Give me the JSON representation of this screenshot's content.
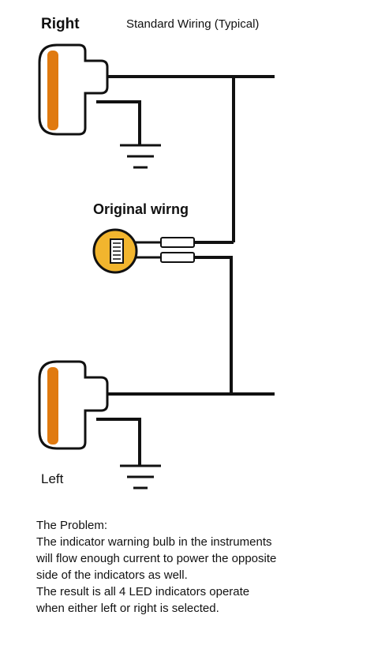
{
  "labels": {
    "right": "Right",
    "title": "Standard Wiring (Typical)",
    "original": "Original wirng",
    "left": "Left"
  },
  "problem": {
    "heading": "The Problem:",
    "lines": [
      "The indicator warning bulb in the instruments",
      "will flow enough current to power the opposite",
      "side of the indicators as well.",
      "The result is all 4 LED indicators operate",
      "when either left or right is selected."
    ]
  },
  "colors": {
    "indicator_lens": "#e07a10",
    "bulb_fill": "#f2b52e",
    "wire": "#111111"
  },
  "icons": [
    "indicator-lamp-icon",
    "ground-symbol-icon",
    "warning-bulb-icon",
    "connector-icon"
  ]
}
